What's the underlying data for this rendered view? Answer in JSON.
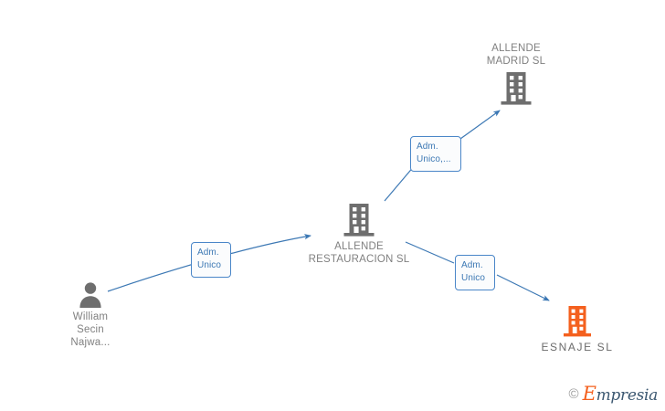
{
  "diagram": {
    "title": "Empresia company relationship chart",
    "background": "#ffffff",
    "colors": {
      "node_gray": "#6e6e6e",
      "node_orange": "#f4601e",
      "edge_blue": "#3c78b4",
      "label_border": "#4a86c8",
      "label_text": "#3c78b4",
      "node_text": "#808080",
      "focal_text": "#6b6b6b"
    }
  },
  "nodes": [
    {
      "id": "william-secin-najwa",
      "label": "William\nSecin\nNajwa...",
      "icon": "person-icon",
      "type": "person",
      "color": "#6e6e6e",
      "label_position": "below"
    },
    {
      "id": "allende-restauracion-sl",
      "label": "ALLENDE\nRESTAURACION SL",
      "icon": "building-icon",
      "type": "company",
      "color": "#6e6e6e",
      "label_position": "below"
    },
    {
      "id": "allende-madrid-sl",
      "label": "ALLENDE\nMADRID  SL",
      "icon": "building-icon",
      "type": "company",
      "color": "#6e6e6e",
      "label_position": "above"
    },
    {
      "id": "esnaje-sl",
      "label": "ESNAJE  SL",
      "icon": "building-icon",
      "type": "company",
      "color": "#f4601e",
      "label_position": "below",
      "focal": true
    }
  ],
  "edges": [
    {
      "id": "edge-william-to-allende-restauracion",
      "from": "william-secin-najwa",
      "to": "allende-restauracion-sl",
      "label": "Adm.\nUnico"
    },
    {
      "id": "edge-allende-restauracion-to-allende-madrid",
      "from": "allende-restauracion-sl",
      "to": "allende-madrid-sl",
      "label": "Adm.\nUnico,..."
    },
    {
      "id": "edge-allende-restauracion-to-esnaje",
      "from": "allende-restauracion-sl",
      "to": "esnaje-sl",
      "label": "Adm.\nUnico"
    }
  ],
  "watermark": {
    "copyright": "©",
    "brand_initial": "E",
    "brand_rest": "mpresia"
  }
}
